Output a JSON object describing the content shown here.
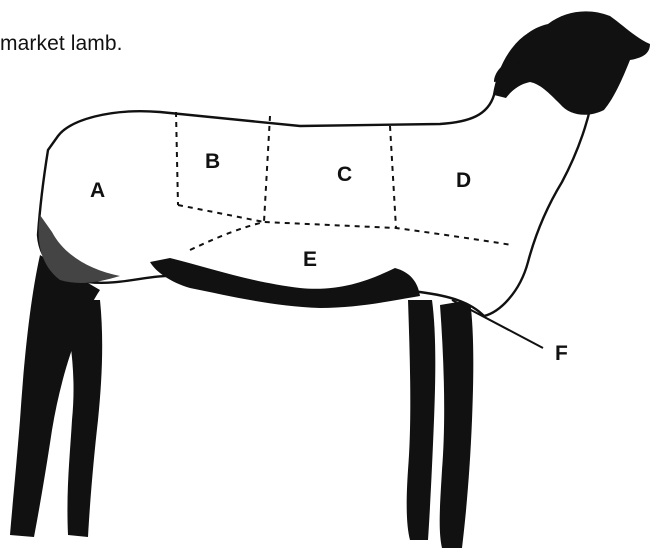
{
  "caption": "market lamb.",
  "labels": {
    "a": "A",
    "b": "B",
    "c": "C",
    "d": "D",
    "e": "E",
    "f": "F"
  },
  "colors": {
    "ink": "#111111",
    "paper": "#ffffff"
  }
}
